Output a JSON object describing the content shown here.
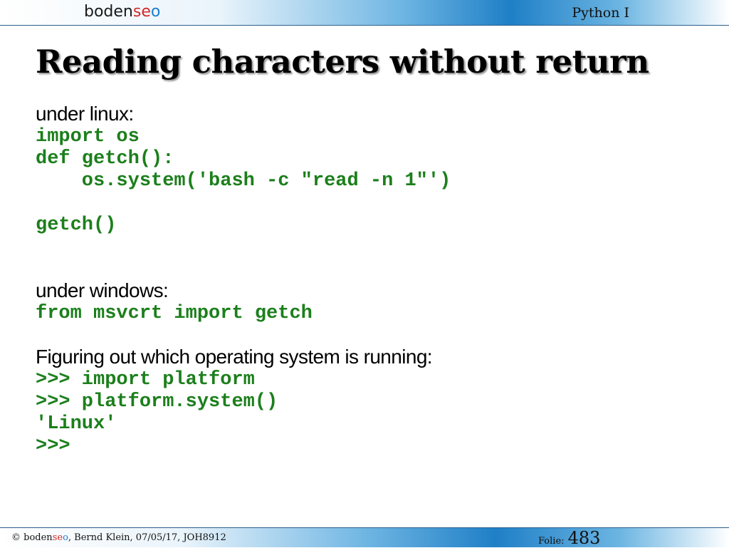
{
  "header": {
    "logo_part1": "boden",
    "logo_part2": "se",
    "logo_part3": "o",
    "course": "Python I"
  },
  "slide": {
    "title": "Reading characters without return",
    "sections": {
      "linux_label": "under linux:",
      "linux_code": [
        "import os",
        "def getch():",
        "    os.system('bash -c \"read -n 1\"')",
        "getch()"
      ],
      "windows_label": "under windows:",
      "windows_code": [
        "from msvcrt import getch"
      ],
      "os_label": "Figuring out which operating system is running:",
      "os_code": [
        ">>> import platform",
        ">>> platform.system()",
        "'Linux'",
        ">>>"
      ]
    }
  },
  "footer": {
    "copyright": "©",
    "brand_part1": "boden",
    "brand_part2": "se",
    "brand_part3": "o",
    "info": ", Bernd Klein, 07/05/17, JOH8912",
    "folie_label": "Folie:",
    "folie_number": "483"
  },
  "colors": {
    "code_green": "#1c7f1c",
    "logo_red": "#d22828",
    "logo_blue": "#1a7ed1",
    "bar_blue": "#1f7fc6"
  }
}
